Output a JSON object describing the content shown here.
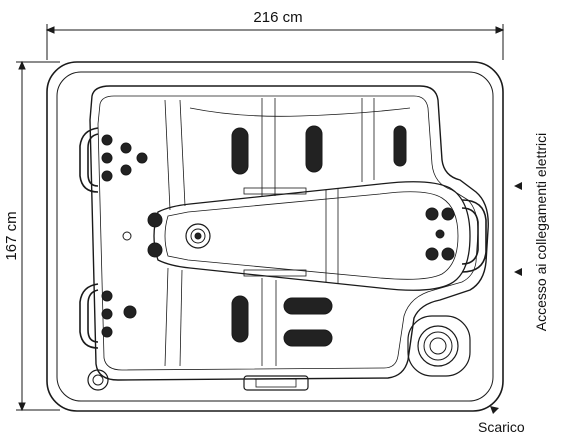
{
  "drawing": {
    "width_label": "216 cm",
    "height_label": "167 cm",
    "side_note": "Accesso ai collegamenti elettrici",
    "drain_label": "Scarico"
  },
  "colors": {
    "line": "#1a1a1a",
    "jet": "#222222",
    "background": "#ffffff"
  }
}
